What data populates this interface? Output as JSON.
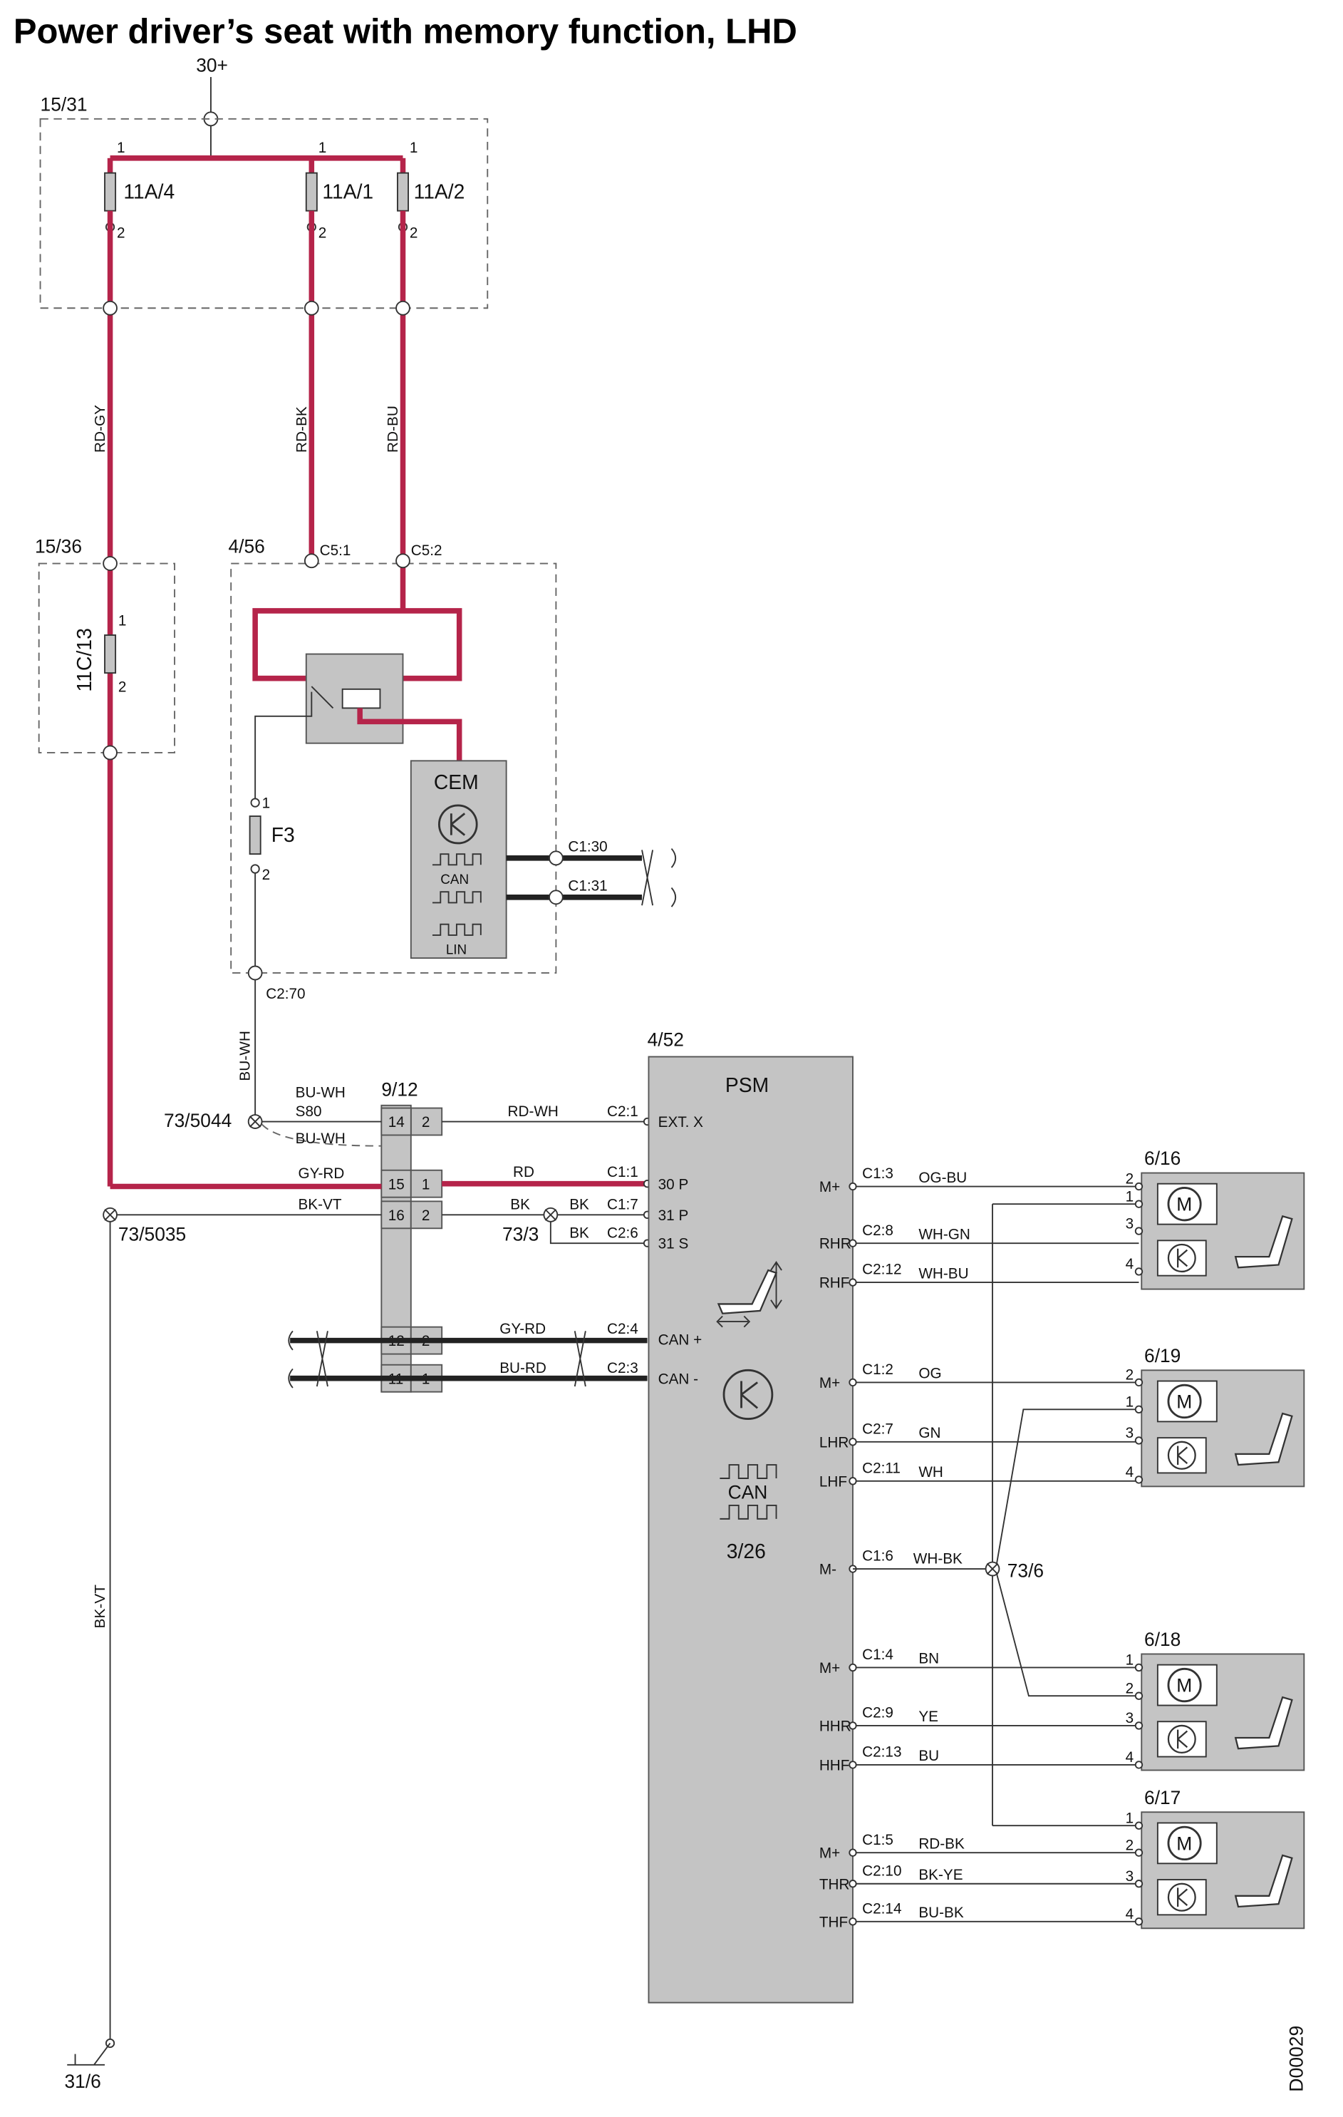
{
  "title": "Power driver’s seat with memory function, LHD",
  "doc_id": "D00029",
  "colors": {
    "power_wire": "#b5244a",
    "component_fill": "#c4c4c4",
    "signal_wire": "#333333"
  },
  "supply": {
    "label": "30+",
    "ground": "31/6"
  },
  "fuse_box_1": {
    "id": "15/31",
    "pin_top": "1",
    "pin_bottom": "2",
    "fuses": [
      "11A/4",
      "11A/1",
      "11A/2"
    ]
  },
  "wires_top": [
    "RD-GY",
    "RD-BK",
    "RD-BU"
  ],
  "fuse_box_2": {
    "id": "15/36",
    "fuse": "11C/13",
    "pin_top": "1",
    "pin_bottom": "2"
  },
  "module_456": {
    "id": "4/56",
    "c51": "C5:1",
    "c52": "C5:2",
    "cem": "CEM",
    "can": "CAN",
    "lin": "LIN",
    "c130": "C1:30",
    "c131": "C1:31",
    "fuse": "F3",
    "f_pin1": "1",
    "f_pin2": "2",
    "c270": "C2:70"
  },
  "bu_wh_wire": "BU-WH",
  "bk_vt_wire": "BK-VT",
  "connector_912": {
    "id": "9/12",
    "rows": [
      {
        "a": "14",
        "b": "2"
      },
      {
        "a": "15",
        "b": "1"
      },
      {
        "a": "16",
        "b": "2"
      },
      {
        "a": "12",
        "b": "2"
      },
      {
        "a": "11",
        "b": "1"
      }
    ]
  },
  "splices": {
    "s5044": "73/5044",
    "s5035": "73/5035",
    "s3": "73/3",
    "s6": "73/6",
    "buwh": "BU-WH",
    "s80": "S80",
    "buwh2": "BU-WH"
  },
  "left_wires": {
    "gyrd": "GY-RD",
    "bkvt": "BK-VT",
    "rdwh": "RD-WH",
    "rd": "RD",
    "bk1": "BK",
    "bk2": "BK",
    "bk3": "BK",
    "gyrd2": "GY-RD",
    "burd": "BU-RD"
  },
  "psm": {
    "id": "4/52",
    "name": "PSM",
    "sub_id": "3/26",
    "can": "CAN",
    "left_pins": [
      {
        "conn": "C2:1",
        "label": "EXT. X"
      },
      {
        "conn": "C1:1",
        "label": "30 P"
      },
      {
        "conn": "C1:7",
        "label": "31 P"
      },
      {
        "conn": "C2:6",
        "label": "31 S"
      },
      {
        "conn": "C2:4",
        "label": "CAN +"
      },
      {
        "conn": "C2:3",
        "label": "CAN -"
      }
    ],
    "right_pins": [
      {
        "label": "M+",
        "conn": "C1:3",
        "wire": "OG-BU"
      },
      {
        "label": "RHR",
        "conn": "C2:8",
        "wire": "WH-GN"
      },
      {
        "label": "RHF",
        "conn": "C2:12",
        "wire": "WH-BU"
      },
      {
        "label": "M+",
        "conn": "C1:2",
        "wire": "OG"
      },
      {
        "label": "LHR",
        "conn": "C2:7",
        "wire": "GN"
      },
      {
        "label": "LHF",
        "conn": "C2:11",
        "wire": "WH"
      },
      {
        "label": "M-",
        "conn": "C1:6",
        "wire": "WH-BK"
      },
      {
        "label": "M+",
        "conn": "C1:4",
        "wire": "BN"
      },
      {
        "label": "HHR",
        "conn": "C2:9",
        "wire": "YE"
      },
      {
        "label": "HHF",
        "conn": "C2:13",
        "wire": "BU"
      },
      {
        "label": "M+",
        "conn": "C1:5",
        "wire": "RD-BK"
      },
      {
        "label": "THR",
        "conn": "C2:10",
        "wire": "BK-YE"
      },
      {
        "label": "THF",
        "conn": "C2:14",
        "wire": "BU-BK"
      }
    ]
  },
  "motors": [
    {
      "id": "6/16",
      "pins": [
        "2",
        "1",
        "3",
        "4"
      ],
      "mwire": "WH-BK"
    },
    {
      "id": "6/19",
      "pins": [
        "2",
        "1",
        "3",
        "4"
      ],
      "mwire": "WH-BK"
    },
    {
      "id": "6/18",
      "pins": [
        "1",
        "2",
        "3",
        "4"
      ],
      "mwire": "WH-BK"
    },
    {
      "id": "6/17",
      "pins": [
        "1",
        "2",
        "3",
        "4"
      ],
      "mwire": "WH-BK"
    }
  ]
}
